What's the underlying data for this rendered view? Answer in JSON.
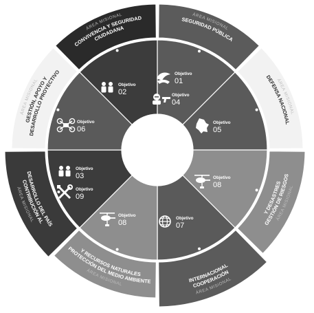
{
  "ring_label": "ÁREA MISIONAL",
  "objective_word": "Objetivo",
  "colors": {
    "band_dark": "#3c3c3c",
    "band_mid": "#5a5a5a",
    "band_light": "#8e8e8e",
    "outer_ring": "#eeeeee",
    "center": "#ffffff",
    "tag_text": "#bdbdbd"
  },
  "areas": [
    {
      "id": "convivencia",
      "name_lines": [
        "CONVIVENCIA Y SEGURIDAD",
        "CIUDADANA"
      ]
    },
    {
      "id": "seguridad",
      "name_lines": [
        "SEGURIDAD PÚBLICA"
      ]
    },
    {
      "id": "defensa",
      "name_lines": [
        "DEFENSA NACIONAL"
      ]
    },
    {
      "id": "riesgos",
      "name_lines": [
        "GESTIÓN DE RIESGOS",
        "Y DESASTRES"
      ]
    },
    {
      "id": "cooperacion",
      "name_lines": [
        "COOPERACIÓN",
        "INTERNACIONAL"
      ]
    },
    {
      "id": "proteccion",
      "name_lines": [
        "PROTECCIÓN DEL MEDIO AMBIENTE",
        "Y RECURSOS NATURALES"
      ]
    },
    {
      "id": "contribucion",
      "name_lines": [
        "CONTRIBUCIÓN AL",
        "DESARROLLO DEL PAÍS"
      ]
    },
    {
      "id": "gestion",
      "name_lines": [
        "GESTIÓN, APOYO Y",
        "DESARROLLO PROYECTIVO"
      ]
    }
  ],
  "objectives": [
    {
      "num": "02",
      "icon": "people-icon"
    },
    {
      "num": "01",
      "icon": "dove-hands-icon"
    },
    {
      "num": "04",
      "icon": "masked-gunman-icon"
    },
    {
      "num": "05",
      "icon": "colombia-map-icon"
    },
    {
      "num": "08",
      "icon": "helicopter-icon"
    },
    {
      "num": "07",
      "icon": "globe-icon"
    },
    {
      "num": "08",
      "icon": "helicopter-icon"
    },
    {
      "num": "03",
      "icon": "people-icon"
    },
    {
      "num": "09",
      "icon": "tools-icon"
    },
    {
      "num": "06",
      "icon": "drone-icon"
    }
  ]
}
